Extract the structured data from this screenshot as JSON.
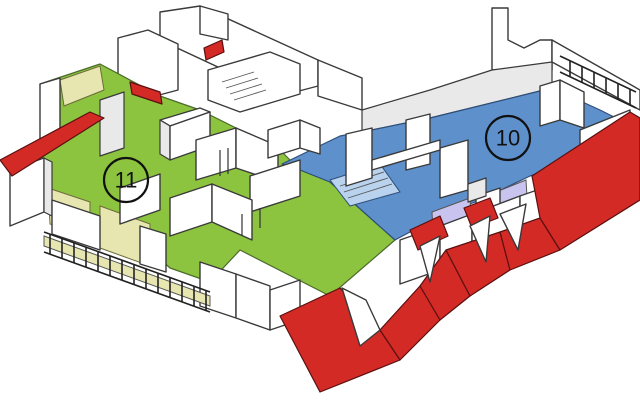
{
  "units": [
    {
      "id": "unit-11",
      "label": "11",
      "color": "#8dc43f"
    },
    {
      "id": "unit-10",
      "label": "10",
      "color": "#5e90cc"
    }
  ],
  "colors": {
    "roof": "#d42a26",
    "wall": "#ffffff",
    "floor_neutral": "#e7e6b0",
    "glass": "#c9c4ef"
  }
}
